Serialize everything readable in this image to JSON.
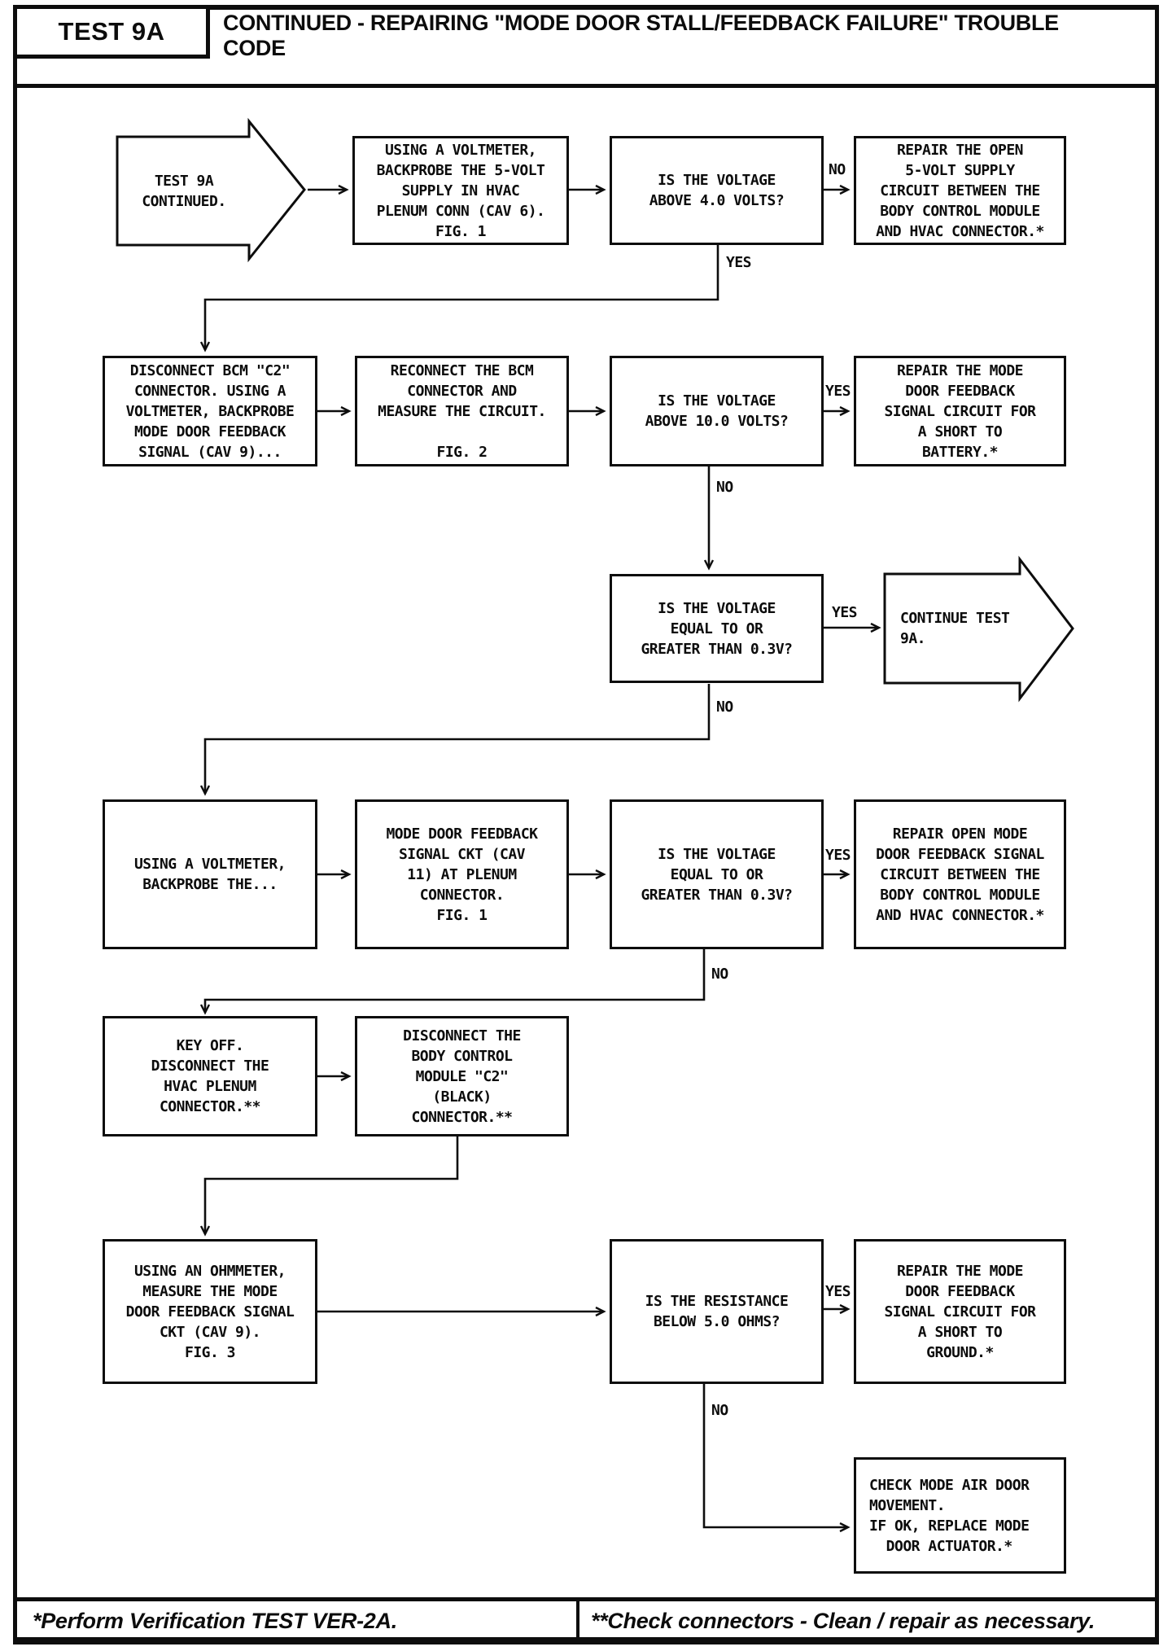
{
  "header": {
    "test_label": "TEST 9A",
    "title_line1": "CONTINUED - REPAIRING \"MODE DOOR STALL/FEEDBACK FAILURE\" TROUBLE",
    "title_line2": "CODE"
  },
  "labels": {
    "yes": "YES",
    "no": "NO"
  },
  "nodes": {
    "start": "TEST 9A\nCONTINUED.",
    "backprobe_5v": "USING A VOLTMETER,\nBACKPROBE THE 5-VOLT\nSUPPLY IN HVAC\nPLENUM CONN (CAV 6).\nFIG. 1",
    "voltage_above_4": "IS THE VOLTAGE\nABOVE 4.0 VOLTS?",
    "repair_open_5v": "REPAIR THE OPEN\n5-VOLT SUPPLY\nCIRCUIT BETWEEN THE\nBODY CONTROL MODULE\nAND HVAC CONNECTOR.*",
    "disconnect_bcm_c2": "DISCONNECT BCM \"C2\"\nCONNECTOR. USING A\nVOLTMETER, BACKPROBE\nMODE DOOR FEEDBACK\nSIGNAL (CAV 9)...",
    "reconnect_bcm": "RECONNECT THE BCM\nCONNECTOR AND\nMEASURE THE CIRCUIT.\n\nFIG. 2",
    "voltage_above_10": "IS THE VOLTAGE\nABOVE 10.0 VOLTS?",
    "repair_short_battery": "REPAIR THE MODE\nDOOR FEEDBACK\nSIGNAL CIRCUIT FOR\nA SHORT TO\nBATTERY.*",
    "voltage_gte_03_a": "IS THE VOLTAGE\nEQUAL TO OR\nGREATER THAN 0.3V?",
    "continue_test": "CONTINUE TEST\n9A.",
    "backprobe_the": "USING A VOLTMETER,\nBACKPROBE THE...",
    "mode_door_ckt": "MODE DOOR FEEDBACK\nSIGNAL CKT (CAV\n11) AT PLENUM\nCONNECTOR.\nFIG. 1",
    "voltage_gte_03_b": "IS THE VOLTAGE\nEQUAL TO OR\nGREATER THAN 0.3V?",
    "repair_open_mode": "REPAIR OPEN MODE\nDOOR FEEDBACK SIGNAL\nCIRCUIT BETWEEN THE\nBODY CONTROL MODULE\nAND HVAC CONNECTOR.*",
    "key_off": "KEY OFF.\nDISCONNECT THE\nHVAC PLENUM\nCONNECTOR.**",
    "disconnect_bcm_black": "DISCONNECT THE\nBODY CONTROL\nMODULE \"C2\"\n(BLACK)\nCONNECTOR.**",
    "ohmmeter_measure": "USING AN OHMMETER,\nMEASURE THE MODE\nDOOR FEEDBACK SIGNAL\nCKT (CAV 9).\nFIG. 3",
    "resistance_below_5": "IS THE RESISTANCE\nBELOW 5.0 OHMS?",
    "repair_short_ground": "REPAIR THE MODE\nDOOR FEEDBACK\nSIGNAL CIRCUIT FOR\nA SHORT TO\nGROUND.*",
    "check_mode_door": "CHECK MODE AIR DOOR\nMOVEMENT.\nIF OK, REPLACE MODE\n  DOOR ACTUATOR.*"
  },
  "footer": {
    "left": "*Perform Verification TEST VER-2A.",
    "right": "**Check connectors - Clean / repair as necessary."
  }
}
